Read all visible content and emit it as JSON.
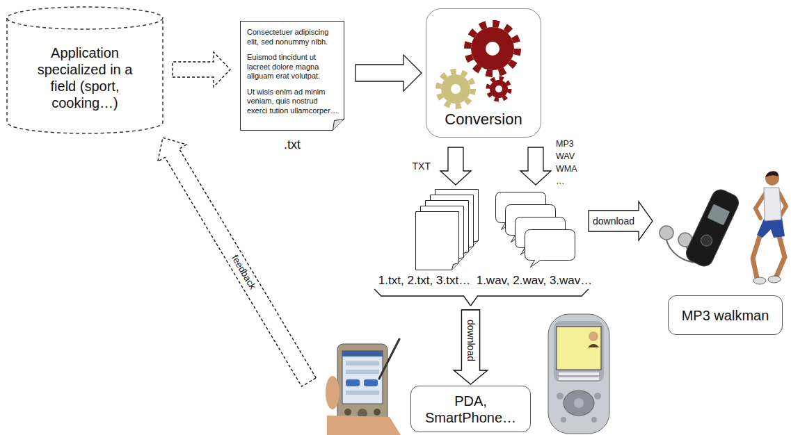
{
  "diagram": {
    "nodes": [
      {
        "text": [
          "Application specialized in a field (sport, cooking…)"
        ]
      },
      {
        "text": [
          "Consectetuer adipiscing elit, sed nonummy nibh.",
          "Euismod tincidunt ut lacreet dolore magna aliguam erat volutpat.",
          "Ut wisis enim ad minim veniam, quis nostrud exerci tution ullamcorper…",
          ".txt"
        ]
      },
      {
        "text": [
          "Conversion"
        ]
      },
      {
        "text": [
          "1.txt, 2.txt, 3.txt…"
        ]
      },
      {
        "text": [
          "1.wav, 2.wav, 3.wav…"
        ]
      },
      {
        "text": [
          "MP3 walkman"
        ]
      },
      {
        "text": [
          "PDA, SmartPhone…"
        ]
      }
    ],
    "edges": [
      {
        "from": 0,
        "to": 1,
        "arrow": "to"
      },
      {
        "from": 1,
        "to": 2,
        "arrow": "to"
      },
      {
        "from": 2,
        "to": 3,
        "label": "TXT",
        "arrow": "to"
      },
      {
        "from": 2,
        "to": 4,
        "label": "MP3 WAV WMA …",
        "arrow": "to"
      },
      {
        "from": 4,
        "to": 5,
        "label": "download",
        "arrow": "to"
      },
      {
        "from": 3,
        "to": 6,
        "label": "download",
        "arrow": "to"
      },
      {
        "from": 4,
        "to": 6,
        "arrow": "to"
      },
      {
        "from": 6,
        "to": 0,
        "label": "feedback",
        "arrow": "to"
      }
    ]
  }
}
